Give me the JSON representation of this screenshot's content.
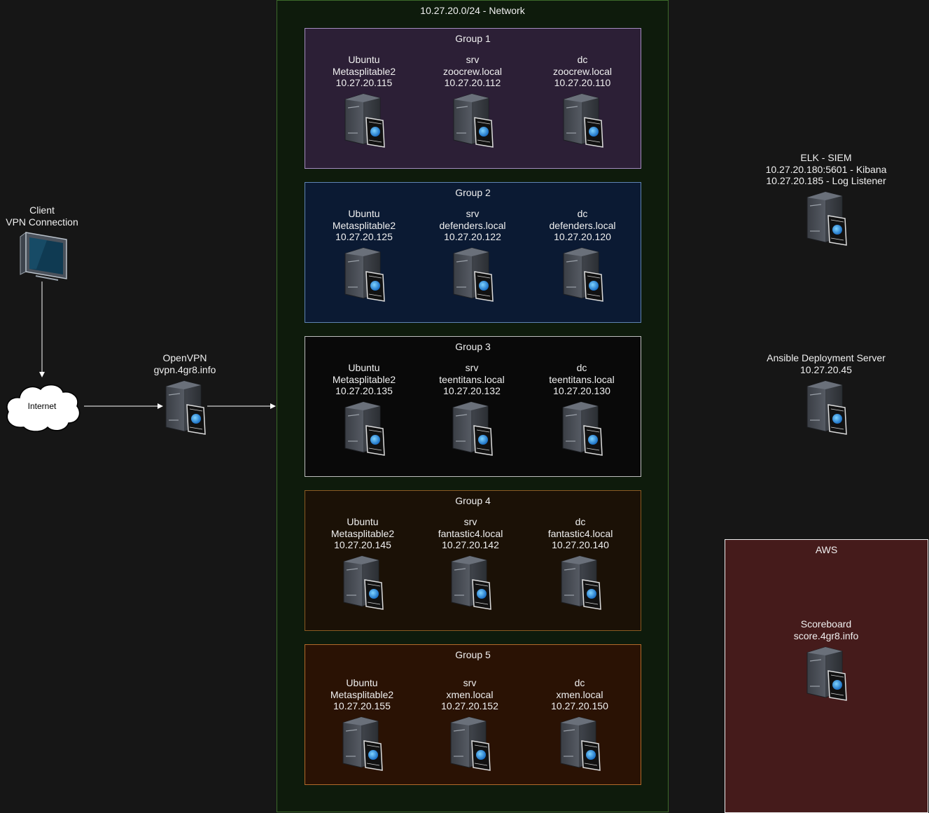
{
  "network": {
    "title": "10.27.20.0/24 - Network"
  },
  "groups": [
    {
      "title": "Group 1",
      "nodes": [
        {
          "l1": "Ubuntu",
          "l2": "Metasplitable2",
          "l3": "10.27.20.115"
        },
        {
          "l1": "srv",
          "l2": "zoocrew.local",
          "l3": "10.27.20.112"
        },
        {
          "l1": "dc",
          "l2": "zoocrew.local",
          "l3": "10.27.20.110"
        }
      ]
    },
    {
      "title": "Group 2",
      "nodes": [
        {
          "l1": "Ubuntu",
          "l2": "Metasplitable2",
          "l3": "10.27.20.125"
        },
        {
          "l1": "srv",
          "l2": "defenders.local",
          "l3": "10.27.20.122"
        },
        {
          "l1": "dc",
          "l2": "defenders.local",
          "l3": "10.27.20.120"
        }
      ]
    },
    {
      "title": "Group 3",
      "nodes": [
        {
          "l1": "Ubuntu",
          "l2": "Metasplitable2",
          "l3": "10.27.20.135"
        },
        {
          "l1": "srv",
          "l2": "teentitans.local",
          "l3": "10.27.20.132"
        },
        {
          "l1": "dc",
          "l2": "teentitans.local",
          "l3": "10.27.20.130"
        }
      ]
    },
    {
      "title": "Group 4",
      "nodes": [
        {
          "l1": "Ubuntu",
          "l2": "Metasplitable2",
          "l3": "10.27.20.145"
        },
        {
          "l1": "srv",
          "l2": "fantastic4.local",
          "l3": "10.27.20.142"
        },
        {
          "l1": "dc",
          "l2": "fantastic4.local",
          "l3": "10.27.20.140"
        }
      ]
    },
    {
      "title": "Group 5",
      "nodes": [
        {
          "l1": "Ubuntu",
          "l2": "Metasplitable2",
          "l3": "10.27.20.155"
        },
        {
          "l1": "srv",
          "l2": "xmen.local",
          "l3": "10.27.20.152"
        },
        {
          "l1": "dc",
          "l2": "xmen.local",
          "l3": "10.27.20.150"
        }
      ]
    }
  ],
  "client": {
    "l1": "Client",
    "l2": "VPN Connection"
  },
  "internet": {
    "label": "Internet"
  },
  "openvpn": {
    "l1": "OpenVPN",
    "l2": "gvpn.4gr8.info"
  },
  "elk": {
    "l1": "ELK - SIEM",
    "l2": "10.27.20.180:5601 - Kibana",
    "l3": "10.27.20.185 - Log Listener"
  },
  "ansible": {
    "l1": "Ansible Deployment Server",
    "l2": "10.27.20.45"
  },
  "aws": {
    "title": "AWS",
    "l1": "Scoreboard",
    "l2": "score.4gr8.info"
  },
  "icons": {
    "server": "server-icon",
    "monitor": "monitor-icon",
    "cloud": "cloud-icon"
  },
  "colors": {
    "background": "#161616",
    "network_fill": "#0e1b0c",
    "aws_fill": "#451b1b"
  }
}
